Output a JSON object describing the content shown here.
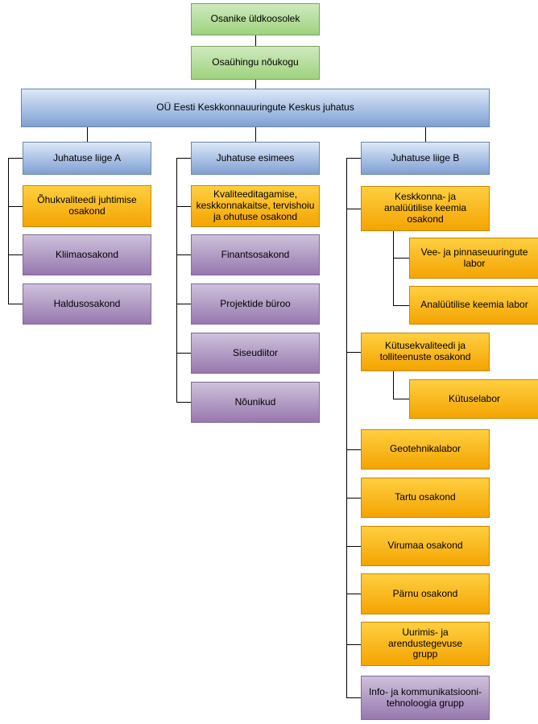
{
  "org": {
    "root": "Osanike üldkoosolek",
    "council": "Osaühingu nõukogu",
    "board": "OÜ Eesti Keskkonnauuringute Keskus juhatus",
    "branch_a": {
      "head": "Juhatuse liige A",
      "children": [
        {
          "label": "Õhukvaliteedi juhtimise\nosakond"
        },
        {
          "label": "Kliimaosakond"
        },
        {
          "label": "Haldusosakond"
        }
      ]
    },
    "branch_chair": {
      "head": "Juhatuse esimees",
      "children": [
        {
          "label": "Kvaliteeditagamise,\nkeskkonnakaitse, tervishoiu\nja ohutuse osakond"
        },
        {
          "label": "Finantsosakond"
        },
        {
          "label": "Projektide büroo"
        },
        {
          "label": "Siseudiitor"
        },
        {
          "label": "Nõunikud"
        }
      ]
    },
    "branch_b": {
      "head": "Juhatuse liige B",
      "children": [
        {
          "label": "Keskkonna- ja\nanalüütilise keemia\nosakond",
          "children": [
            {
              "label": "Vee- ja pinnaseuuringute\nlabor"
            },
            {
              "label": "Analüütilise keemia labor"
            }
          ]
        },
        {
          "label": "Kütusekvaliteedi ja\ntolliteenuste osakond",
          "children": [
            {
              "label": "Kütuselabor"
            }
          ]
        },
        {
          "label": "Geotehnikalabor"
        },
        {
          "label": "Tartu osakond"
        },
        {
          "label": "Virumaa osakond"
        },
        {
          "label": "Pärnu osakond"
        },
        {
          "label": "Uurimis- ja arendustegevuse\ngrupp"
        },
        {
          "label": "Info- ja kommunikatsiooni-\ntehnoloogia grupp"
        }
      ]
    }
  },
  "colors": {
    "green_top": "#cfe9bf",
    "green_bottom": "#9ed37d",
    "green_border": "#7f9e62",
    "blue_top": "#dce8f8",
    "blue_bottom": "#7fa0d3",
    "blue_border": "#6c84ab",
    "orange_top": "#fecf40",
    "orange_bottom": "#f4a402",
    "orange_border": "#c98700",
    "purple_top": "#cec1db",
    "purple_bottom": "#9778af",
    "purple_border": "#7e6b96",
    "line": "#000000",
    "text": "#000000"
  }
}
